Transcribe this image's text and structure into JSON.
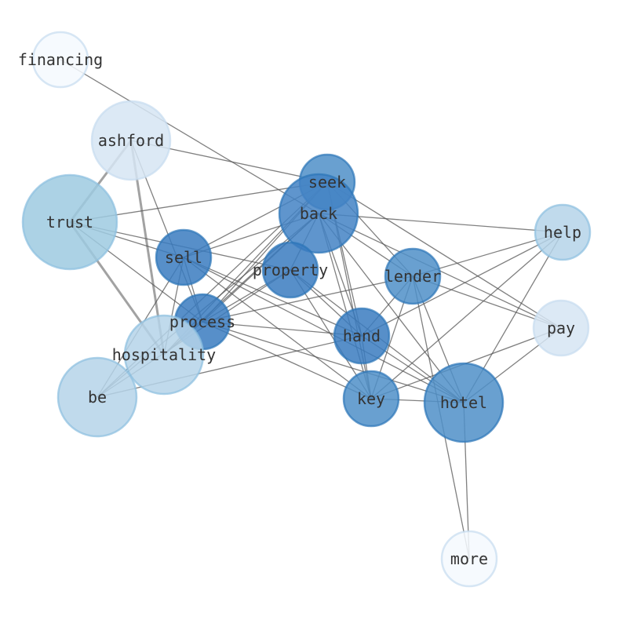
{
  "graph": {
    "nodes": [
      {
        "id": "financing",
        "label": "financing",
        "color": "#f4f9fe",
        "weight": 1
      },
      {
        "id": "ashford",
        "label": "ashford",
        "color": "#d6e5f3",
        "weight": 2
      },
      {
        "id": "trust",
        "label": "trust",
        "color": "#9ecae1",
        "weight": 3
      },
      {
        "id": "seek",
        "label": "seek",
        "color": "#4f8fc8",
        "weight": 5
      },
      {
        "id": "back",
        "label": "back",
        "color": "#4383c4",
        "weight": 5
      },
      {
        "id": "help",
        "label": "help",
        "color": "#b5d4e9",
        "weight": 3
      },
      {
        "id": "sell",
        "label": "sell",
        "color": "#3a7bbf",
        "weight": 5
      },
      {
        "id": "property",
        "label": "property",
        "color": "#3a7bbf",
        "weight": 5
      },
      {
        "id": "lender",
        "label": "lender",
        "color": "#4f8fc8",
        "weight": 5
      },
      {
        "id": "process",
        "label": "process",
        "color": "#3a7bbf",
        "weight": 5
      },
      {
        "id": "pay",
        "label": "pay",
        "color": "#d6e5f3",
        "weight": 2
      },
      {
        "id": "hand",
        "label": "hand",
        "color": "#3a7bbf",
        "weight": 5
      },
      {
        "id": "hospitality",
        "label": "hospitality",
        "color": "#b5d4e9",
        "weight": 3
      },
      {
        "id": "be",
        "label": "be",
        "color": "#b5d4e9",
        "weight": 3
      },
      {
        "id": "key",
        "label": "key",
        "color": "#4f8fc8",
        "weight": 5
      },
      {
        "id": "hotel",
        "label": "hotel",
        "color": "#4f8fc8",
        "weight": 5
      },
      {
        "id": "more",
        "label": "more",
        "color": "#f4f9fe",
        "weight": 1
      }
    ],
    "edges": [
      [
        "financing",
        "back",
        1
      ],
      [
        "ashford",
        "seek",
        1
      ],
      [
        "ashford",
        "trust",
        2
      ],
      [
        "ashford",
        "hospitality",
        2
      ],
      [
        "ashford",
        "process",
        1
      ],
      [
        "trust",
        "seek",
        1
      ],
      [
        "trust",
        "hospitality",
        2
      ],
      [
        "trust",
        "sell",
        1
      ],
      [
        "trust",
        "property",
        1
      ],
      [
        "trust",
        "process",
        1
      ],
      [
        "seek",
        "sell",
        1
      ],
      [
        "seek",
        "process",
        1
      ],
      [
        "seek",
        "hospitality",
        1
      ],
      [
        "seek",
        "hand",
        1
      ],
      [
        "seek",
        "key",
        1
      ],
      [
        "seek",
        "lender",
        1
      ],
      [
        "seek",
        "pay",
        1
      ],
      [
        "seek",
        "be",
        1
      ],
      [
        "back",
        "help",
        1
      ],
      [
        "back",
        "sell",
        1
      ],
      [
        "back",
        "process",
        1
      ],
      [
        "back",
        "hospitality",
        1
      ],
      [
        "back",
        "property",
        1
      ],
      [
        "back",
        "hand",
        1
      ],
      [
        "back",
        "key",
        1
      ],
      [
        "back",
        "hotel",
        1
      ],
      [
        "back",
        "lender",
        1
      ],
      [
        "back",
        "pay",
        1
      ],
      [
        "back",
        "be",
        1
      ],
      [
        "sell",
        "hospitality",
        1
      ],
      [
        "sell",
        "be",
        1
      ],
      [
        "sell",
        "hand",
        1
      ],
      [
        "sell",
        "key",
        1
      ],
      [
        "sell",
        "hotel",
        1
      ],
      [
        "sell",
        "process",
        1
      ],
      [
        "property",
        "process",
        1
      ],
      [
        "property",
        "hand",
        1
      ],
      [
        "property",
        "key",
        1
      ],
      [
        "property",
        "hotel",
        1
      ],
      [
        "property",
        "be",
        1
      ],
      [
        "process",
        "lender",
        1
      ],
      [
        "process",
        "hand",
        1
      ],
      [
        "process",
        "key",
        1
      ],
      [
        "process",
        "hotel",
        1
      ],
      [
        "process",
        "hospitality",
        1
      ],
      [
        "lender",
        "help",
        1
      ],
      [
        "lender",
        "hand",
        1
      ],
      [
        "lender",
        "key",
        1
      ],
      [
        "lender",
        "hotel",
        1
      ],
      [
        "lender",
        "pay",
        1
      ],
      [
        "lender",
        "more",
        1
      ],
      [
        "help",
        "hand",
        1
      ],
      [
        "help",
        "key",
        1
      ],
      [
        "help",
        "hotel",
        1
      ],
      [
        "pay",
        "key",
        1
      ],
      [
        "pay",
        "hotel",
        1
      ],
      [
        "hand",
        "be",
        1
      ],
      [
        "hand",
        "key",
        1
      ],
      [
        "hand",
        "hotel",
        1
      ],
      [
        "key",
        "hotel",
        1
      ],
      [
        "hotel",
        "more",
        1
      ]
    ]
  }
}
